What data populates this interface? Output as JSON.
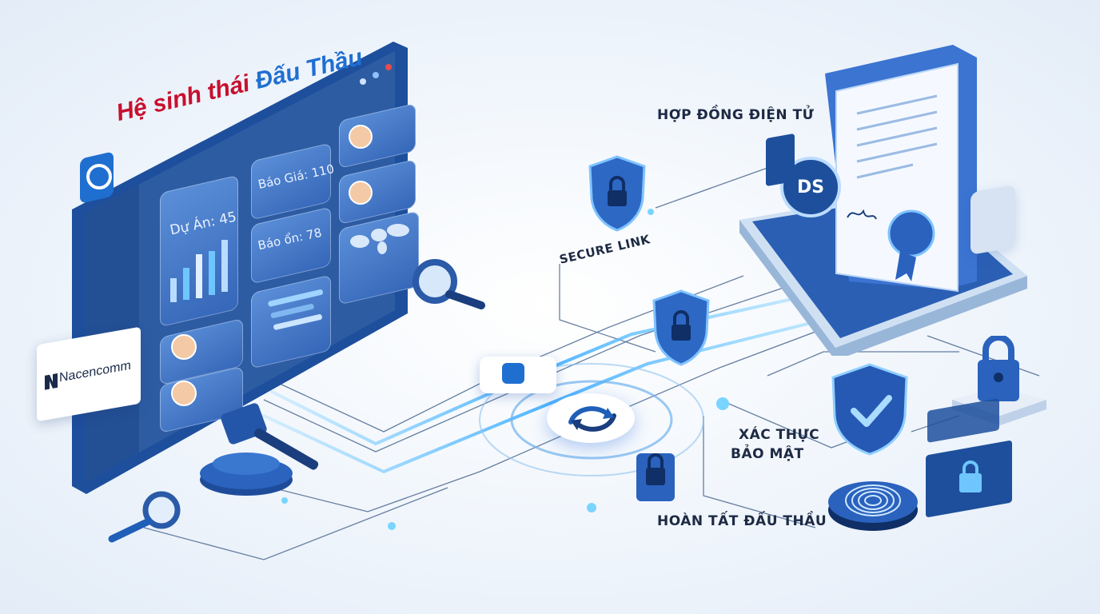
{
  "title": {
    "prefix": "Hệ sinh thái ",
    "accent": "Đấu Thầu"
  },
  "dashboard": {
    "card_project": "Dự Án: 45",
    "card_quote": "Báo Giá: 110",
    "card_stable": "Báo ổn: 78"
  },
  "brand": {
    "partner": "Nacencomm",
    "badge": "DS"
  },
  "labels": {
    "secure_link": "SECURE LINK",
    "contract": "HỢP ĐỒNG ĐIỆN TỬ",
    "auth_line1": "XÁC THỰC",
    "auth_line2": "BẢO MẬT",
    "complete": "HOÀN TẤT ĐẤU THẦU"
  },
  "colors": {
    "primary": "#2f64b8",
    "accent_red": "#c8102e",
    "accent_blue": "#1f6fd1",
    "glow": "#5fc6ff"
  }
}
